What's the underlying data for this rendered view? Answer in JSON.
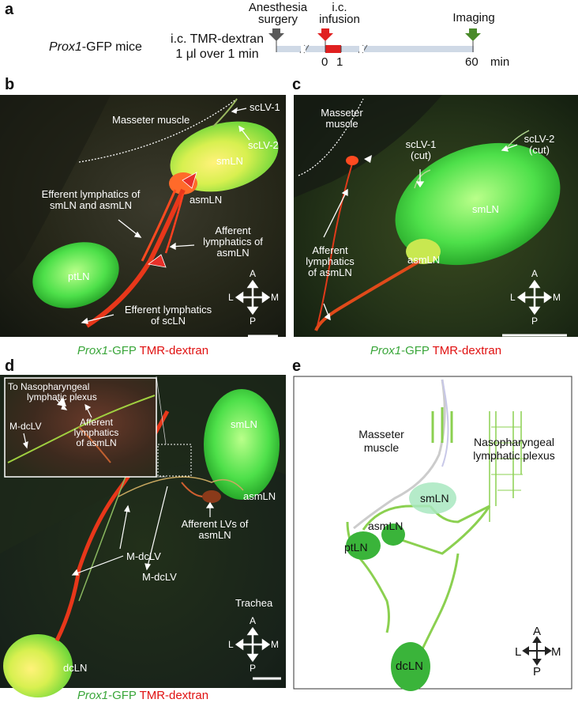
{
  "panels": {
    "a": "a",
    "b": "b",
    "c": "c",
    "d": "d",
    "e": "e"
  },
  "timeline": {
    "mouse": "Prox1",
    "mouse_suffix": "-GFP mice",
    "dose_1": "i.c. TMR-dextran",
    "dose_2": "1 μl over 1 min",
    "event_anesthesia_1": "Anesthesia",
    "event_anesthesia_2": "surgery",
    "event_infusion_1": "i.c.",
    "event_infusion_2": "infusion",
    "event_imaging": "Imaging",
    "tick_0": "0",
    "tick_1": "1",
    "tick_60": "60",
    "unit": "min",
    "colors": {
      "anesthesia": "#5a5a5a",
      "infusion": "#e02020",
      "imaging": "#4a8a2a",
      "bar": "#cfd9e6"
    }
  },
  "caption": {
    "gfp": "Prox1",
    "gfp_suffix": "-GFP",
    "tmr": "TMR-dextran"
  },
  "b": {
    "masseter": "Masseter muscle",
    "sclv1": "scLV-1",
    "sclv2": "scLV-2",
    "smln": "smLN",
    "asmln": "asmLN",
    "ptln": "ptLN",
    "eff1": "Efferent lymphatics of",
    "eff2": "smLN and asmLN",
    "aff1": "Afferent",
    "aff2": "lymphatics of",
    "aff3": "asmLN",
    "effsc1": "Efferent lymphatics",
    "effsc2": "of scLN"
  },
  "c": {
    "masseter1": "Masseter",
    "masseter2": "muscle",
    "sclv1a": "scLV-1",
    "sclv1b": "(cut)",
    "sclv2a": "scLV-2",
    "sclv2b": "(cut)",
    "smln": "smLN",
    "asmln": "asmLN",
    "aff1": "Afferent",
    "aff2": "lymphatics",
    "aff3": "of asmLN"
  },
  "d": {
    "inset_to1": "To Nasopharyngeal",
    "inset_to2": "lymphatic plexus",
    "inset_mdclv": "M-dcLV",
    "inset_aff1": "Afferent",
    "inset_aff2": "lymphatics",
    "inset_aff3": "of asmLN",
    "smln": "smLN",
    "asmln": "asmLN",
    "afflv1": "Afferent LVs of",
    "afflv2": "asmLN",
    "mdclv_a": "M-dcLV",
    "mdclv_b": "M-dcLV",
    "trachea": "Trachea",
    "dcln": "dcLN"
  },
  "e": {
    "masseter1": "Masseter",
    "masseter2": "muscle",
    "naso1": "Nasopharyngeal",
    "naso2": "lymphatic plexus",
    "smln": "smLN",
    "asmln": "asmLN",
    "ptln": "ptLN",
    "dcln": "dcLN"
  },
  "compass": {
    "a": "A",
    "p": "P",
    "l": "L",
    "m": "M"
  }
}
